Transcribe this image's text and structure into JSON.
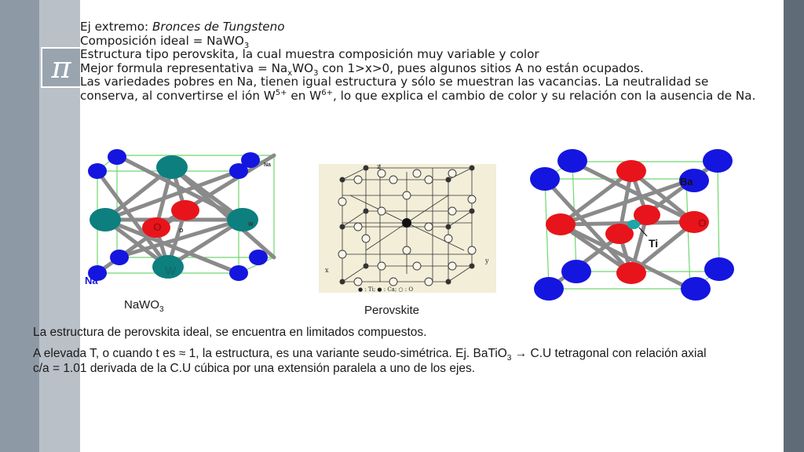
{
  "slide": {
    "pi_symbol": "π",
    "lines": {
      "l1_prefix": "Ej extremo: ",
      "l1_italic": "Bronces de Tungsteno",
      "l2_prefix": "Composición ideal = NaWO",
      "l2_sub": "3",
      "l3": "Estructura tipo perovskita, la cual muestra composición muy variable y color",
      "l4_a": "Mejor formula representativa = Na",
      "l4_sub_x": "x",
      "l4_b": "WO",
      "l4_sub_3": "3",
      "l4_c": " con 1>x>0, pues algunos sitios A no están ocupados.",
      "l5": "Las variedades pobres en Na, tienen igual estructura y sólo se muestran las vacancias.   La neutralidad se",
      "l6_a": "conserva, al convertirse el ión W",
      "l6_sup1": "5+",
      "l6_b": " en W",
      "l6_sup2": "6+",
      "l6_c": ", lo que explica el cambio de color y su relación con la ausencia de Na."
    },
    "figures": {
      "nawo3": {
        "caption_prefix": "NaWO",
        "caption_sub": "3",
        "labels": {
          "na_small": "Na",
          "w_small": "W",
          "o_small": "O",
          "na": "Na",
          "w": "W",
          "o": "O"
        }
      },
      "perovskite": {
        "caption": "Perovskite",
        "axis_z": "z",
        "axis_x": "x",
        "axis_y": "y",
        "legend": "● : Ti;  ● : Ca;  ○ : O"
      },
      "batio3": {
        "labels": {
          "ba": "Ba",
          "o": "O",
          "ti": "Ti"
        }
      }
    },
    "bottom": {
      "p1": "La estructura de perovskita ideal, se encuentra en limitados compuestos.",
      "p2_a": "A elevada T, o cuando t es ≈ 1, la estructura, es una variante seudo-simétrica. Ej.  BaTiO",
      "p2_sub": "3",
      "p2_b": " → C.U tetragonal con relación axial c/a = 1.01 derivada de la C.U cúbica por una extensión paralela a uno de los ejes."
    },
    "colors": {
      "blue_atom": "#1515e0",
      "teal_atom": "#0d7f7f",
      "red_atom": "#e8141b",
      "bond_gray": "#8a8a8a",
      "cell_green": "#6fd86f"
    }
  }
}
